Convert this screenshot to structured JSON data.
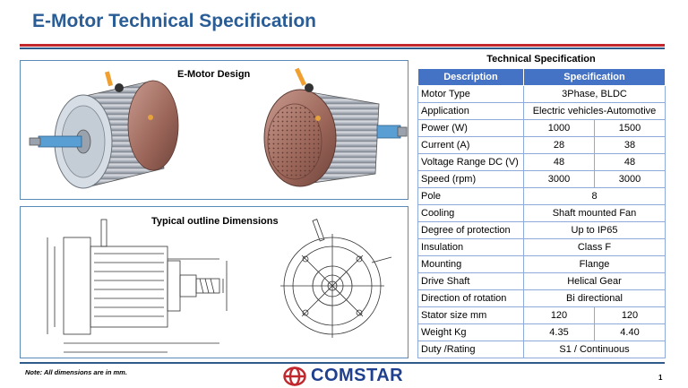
{
  "page": {
    "title": "E-Motor Technical Specification",
    "note": "Note: All dimensions are in mm.",
    "page_number": "1"
  },
  "brand": {
    "name": "COMSTAR",
    "color": "#1f3f8f",
    "accent": "#c0282e",
    "icon": "comstar-logo-icon"
  },
  "design_panel": {
    "label": "E-Motor Design"
  },
  "dimensions_panel": {
    "label": "Typical outline Dimensions"
  },
  "spec": {
    "caption": "Technical Specification",
    "header": {
      "description": "Description",
      "specification": "Specification"
    },
    "rows": [
      {
        "label": "Motor Type",
        "values": [
          "3Phase, BLDC"
        ]
      },
      {
        "label": "Application",
        "values": [
          "Electric vehicles-Automotive"
        ]
      },
      {
        "label": "Power (W)",
        "values": [
          "1000",
          "1500"
        ]
      },
      {
        "label": "Current  (A)",
        "values": [
          "28",
          "38"
        ]
      },
      {
        "label": "Voltage Range  DC (V)",
        "values": [
          "48",
          "48"
        ]
      },
      {
        "label": "Speed  (rpm)",
        "values": [
          "3000",
          "3000"
        ]
      },
      {
        "label": "Pole",
        "values": [
          "8"
        ]
      },
      {
        "label": "Cooling",
        "values": [
          "Shaft mounted Fan"
        ]
      },
      {
        "label": "Degree of protection",
        "values": [
          "Up to IP65"
        ]
      },
      {
        "label": "Insulation",
        "values": [
          "Class F"
        ]
      },
      {
        "label": "Mounting",
        "values": [
          "Flange"
        ]
      },
      {
        "label": "Drive Shaft",
        "values": [
          "Helical Gear"
        ]
      },
      {
        "label": "Direction of rotation",
        "values": [
          "Bi directional"
        ]
      },
      {
        "label": "Stator size mm",
        "values": [
          "120",
          "120"
        ]
      },
      {
        "label": "Weight Kg",
        "values": [
          "4.35",
          "4.40"
        ]
      },
      {
        "label": "Duty /Rating",
        "values": [
          "S1 / Continuous"
        ]
      }
    ]
  }
}
